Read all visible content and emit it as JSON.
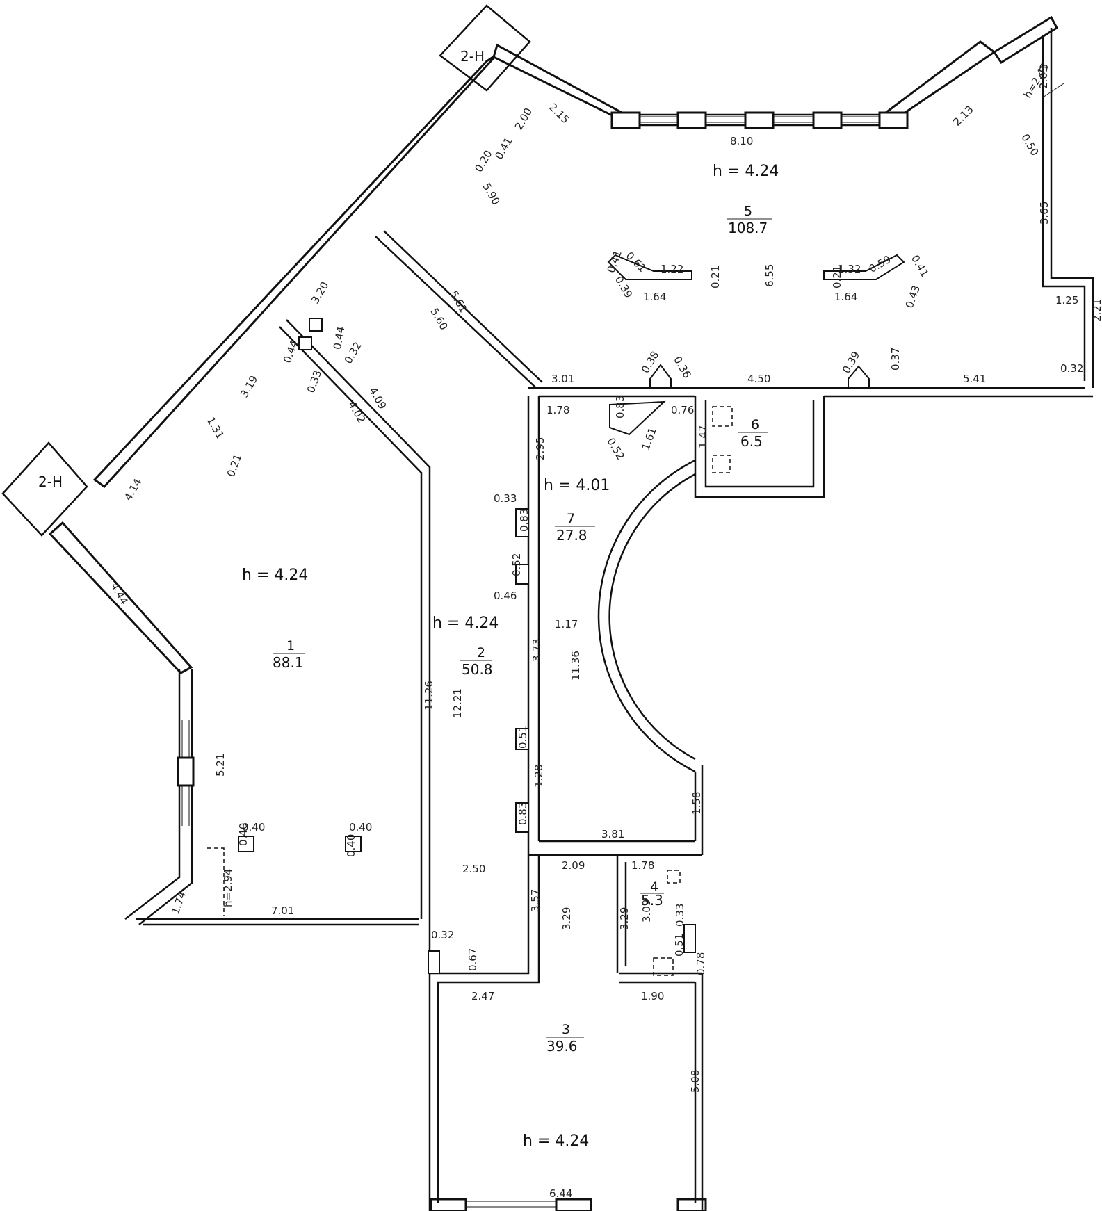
{
  "rooms": [
    {
      "number": "1",
      "area": "88.1",
      "height": "h  =  4.24"
    },
    {
      "number": "2",
      "area": "50.8",
      "height": "h  =  4.24"
    },
    {
      "number": "3",
      "area": "39.6",
      "height": "h  =  4.24"
    },
    {
      "number": "4",
      "area": "5.3"
    },
    {
      "number": "5",
      "area": "108.7",
      "height": "h  =  4.24"
    },
    {
      "number": "6",
      "area": "6.5"
    },
    {
      "number": "7",
      "area": "27.8",
      "height": "h  =  4.01"
    }
  ],
  "stair_tags": [
    "2-H",
    "2-H"
  ],
  "special_heights": [
    "h=2.45",
    "h=2.94"
  ],
  "dims": {
    "d1": "2.15",
    "d2": "8.10",
    "d3": "2.13",
    "d4": "2.03",
    "d5": "0.50",
    "d6": "3.65",
    "d7": "1.25",
    "d8": "2.21",
    "d9": "0.32",
    "d10": "2.00",
    "d11": "0.41",
    "d12": "0.20",
    "d13": "5.90",
    "d14": "0.41",
    "d15": "0.61",
    "d16": "1.22",
    "d17": "0.39",
    "d18": "1.64",
    "d19": "0.21",
    "d20": "6.55",
    "d21": "0.21",
    "d22": "1.32",
    "d23": "0.59",
    "d24": "0.41",
    "d25": "1.64",
    "d26": "0.43",
    "d27": "5.61",
    "d28": "5.60",
    "d29": "3.20",
    "d30": "0.44",
    "d31": "0.32",
    "d32": "0.44",
    "d33": "0.33",
    "d34": "3.19",
    "d35": "4.09",
    "d36": "4.02",
    "d37": "1.31",
    "d38": "0.21",
    "d39": "4.14",
    "d40": "3.01",
    "d41": "0.38",
    "d42": "0.36",
    "d43": "4.50",
    "d44": "0.39",
    "d45": "0.37",
    "d46": "5.41",
    "d47": "1.78",
    "d48": "0.83",
    "d49": "0.76",
    "d50": "0.52",
    "d51": "1.61",
    "d52": "1.47",
    "d53": "2.95",
    "d54": "0.33",
    "d55": "0.83",
    "d56": "0.52",
    "d57": "0.46",
    "d58": "1.17",
    "d59": "3.73",
    "d60": "11.36",
    "d61": "4.44",
    "d62": "11.26",
    "d63": "12.21",
    "d64": "0.51",
    "d65": "1.28",
    "d66": "0.83",
    "d67": "1.58",
    "d68": "3.81",
    "d69": "5.21",
    "d70": "0.40",
    "d71": "0.40",
    "d72": "0.40",
    "d73": "0.40",
    "d74": "2.50",
    "d75": "2.09",
    "d76": "1.78",
    "d77": "1.74",
    "d78": "7.01",
    "d79": "3.57",
    "d80": "3.29",
    "d81": "3.29",
    "d82": "3.09",
    "d83": "0.33",
    "d84": "0.32",
    "d85": "0.67",
    "d86": "0.51",
    "d87": "0.78",
    "d88": "2.47",
    "d89": "1.90",
    "d90": "5.08",
    "d91": "6.44"
  }
}
